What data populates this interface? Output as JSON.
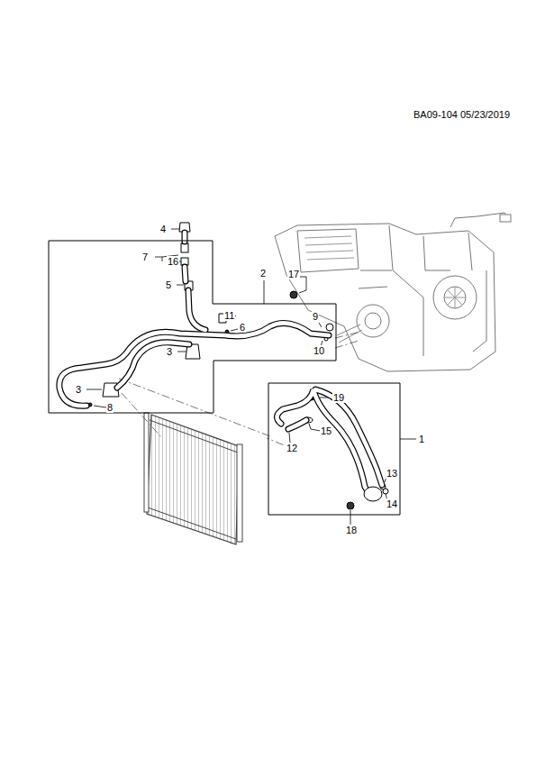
{
  "diagram": {
    "nodes": [
      {
        "text": [
          "2"
        ]
      },
      {
        "text": [
          "1"
        ]
      }
    ],
    "labels": [
      "BA09-104 05/23/2019",
      "4",
      "7",
      "16",
      "5",
      "17",
      "11",
      "6",
      "9",
      "10",
      "3",
      "3",
      "8",
      "19",
      "15",
      "12",
      "13",
      "14",
      "18"
    ]
  }
}
